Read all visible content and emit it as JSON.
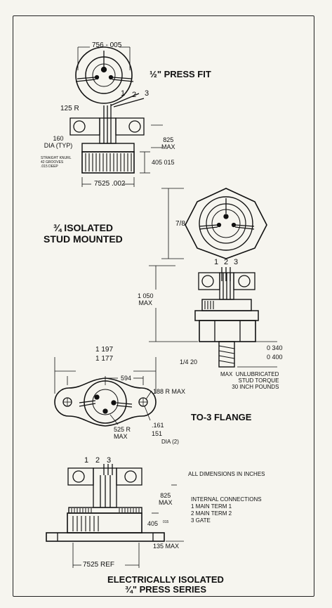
{
  "sections": {
    "press_fit": {
      "title": "½\" PRESS FIT",
      "dim_diameter": "756 - 005",
      "dim_radius": "125 R",
      "pins": [
        "1",
        "2",
        "3"
      ],
      "dim_pin_dia": "160\nDIA (TYP)",
      "dim_height_max": "825\nMAX",
      "dim_height": "405 015",
      "knurl_note": "STRAIGHT KNURL\n42 GROOVES\n.015 DEEP",
      "dim_body": "7525 .002"
    },
    "isolated_stud": {
      "title": "¾ ISOLATED\nSTUD MOUNTED",
      "dim_hex": "7/8",
      "pins": [
        "1",
        "2",
        "3"
      ],
      "dim_height_max": "1 050\nMAX",
      "thread": "1/4 20",
      "dim_stud_a": "0 340",
      "dim_stud_b": "0 400",
      "torque_note": "MAX  UNLUBRICATED\nSTUD TORQUE\n30 INCH POUNDS"
    },
    "to3": {
      "dim_outer_a": "1 197",
      "dim_outer_b": "1 177",
      "dim_half": "594",
      "dim_ear_radius": "188  R  MAX",
      "title": "TO-3 FLANGE",
      "dim_body_radius": "525  R\nMAX",
      "dim_hole_a": ".161",
      "dim_hole_b": "151",
      "dim_hole_note": "DIA (2)"
    },
    "press_series": {
      "pins": [
        "1",
        "2",
        "3"
      ],
      "all_dims_note": "ALL DIMENSIONS IN INCHES",
      "dim_height_max": "825\nMAX",
      "dim_height": "405",
      "dim_height_tol": "015",
      "dim_flange": "135  MAX",
      "internal_title": "INTERNAL CONNECTIONS",
      "connections": [
        "1  MAIN TERM  1",
        "2  MAIN TERM  2",
        "3  GATE"
      ],
      "dim_body": "7525  REF",
      "title": "ELECTRICALLY ISOLATED\n¾\" PRESS SERIES"
    }
  }
}
